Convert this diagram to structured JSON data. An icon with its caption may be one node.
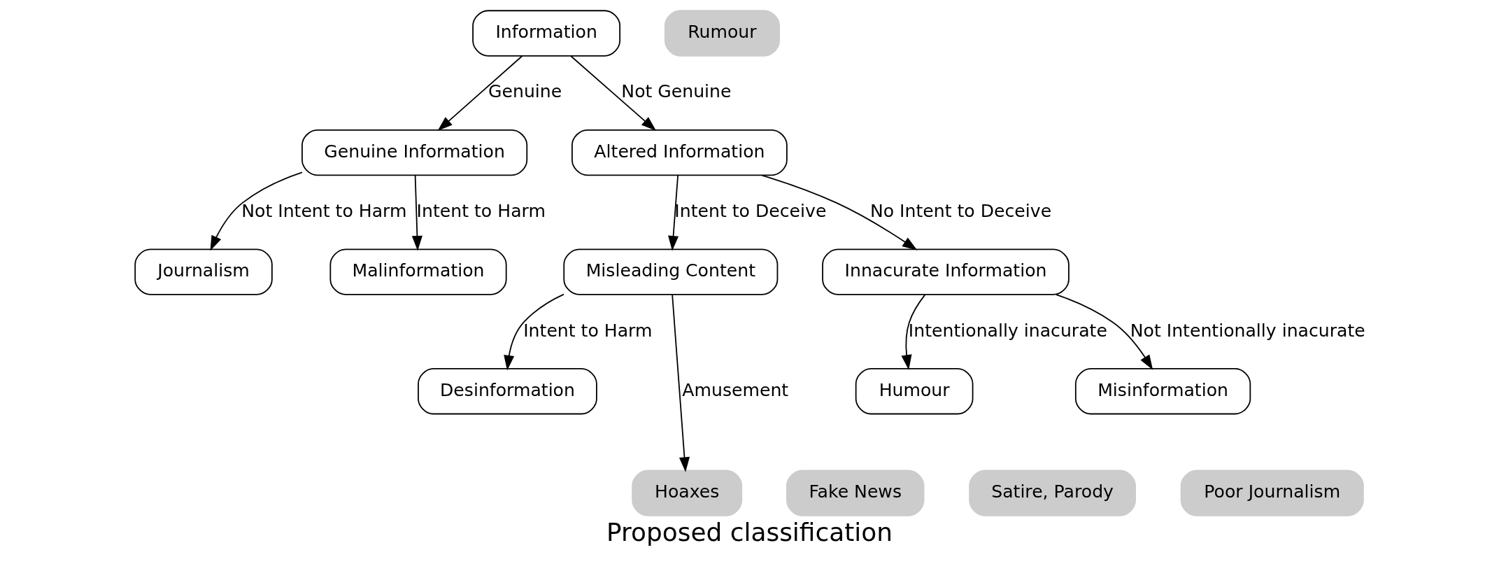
{
  "diagram": {
    "caption": "Proposed classification",
    "nodes": [
      {
        "text": [
          "Information"
        ]
      },
      {
        "text": [
          "Rumour"
        ]
      },
      {
        "text": [
          "Genuine Information"
        ]
      },
      {
        "text": [
          "Altered Information"
        ]
      },
      {
        "text": [
          "Journalism"
        ]
      },
      {
        "text": [
          "Malinformation"
        ]
      },
      {
        "text": [
          "Misleading Content"
        ]
      },
      {
        "text": [
          "Innacurate Information"
        ]
      },
      {
        "text": [
          "Desinformation"
        ]
      },
      {
        "text": [
          "Humour"
        ]
      },
      {
        "text": [
          "Misinformation"
        ]
      },
      {
        "text": [
          "Hoaxes"
        ]
      },
      {
        "text": [
          "Fake News"
        ]
      },
      {
        "text": [
          "Satire, Parody"
        ]
      },
      {
        "text": [
          "Poor Journalism"
        ]
      }
    ],
    "edges": [
      {
        "from": 0,
        "to": 2,
        "arrow": "to",
        "label": "Genuine"
      },
      {
        "from": 0,
        "to": 3,
        "arrow": "to",
        "label": "Not Genuine"
      },
      {
        "from": 2,
        "to": 4,
        "arrow": "to",
        "label": "Not Intent to Harm"
      },
      {
        "from": 2,
        "to": 5,
        "arrow": "to",
        "label": "Intent to Harm"
      },
      {
        "from": 3,
        "to": 6,
        "arrow": "to",
        "label": "Intent to Deceive"
      },
      {
        "from": 3,
        "to": 7,
        "arrow": "to",
        "label": "No Intent to Deceive"
      },
      {
        "from": 6,
        "to": 11,
        "arrow": "to",
        "label": "Amusement"
      },
      {
        "from": 6,
        "to": 8,
        "arrow": "to",
        "label": "Intent to Harm"
      },
      {
        "from": 7,
        "to": 9,
        "arrow": "to",
        "label": "Intentionally inacurate"
      },
      {
        "from": 7,
        "to": 10,
        "arrow": "to",
        "label": "Not Intentionally inacurate"
      }
    ]
  }
}
